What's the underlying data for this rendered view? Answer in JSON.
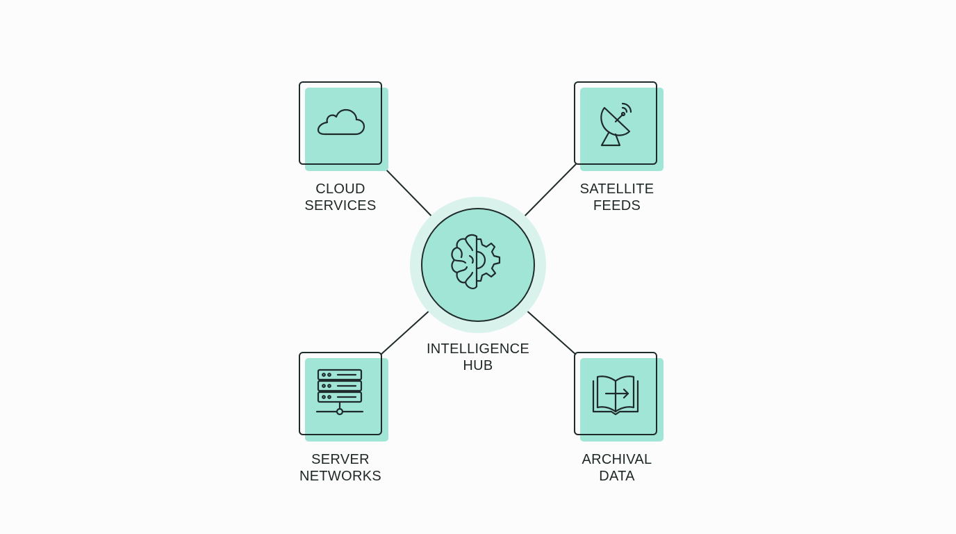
{
  "colors": {
    "accent": "#a1e5d6",
    "halo": "#d9f3ec",
    "stroke": "#1f2a2a",
    "text": "#1e2626",
    "background": "#fcfcfc"
  },
  "hub": {
    "line1": "INTELLIGENCE",
    "line2": "HUB",
    "icon": "brain-gear-icon"
  },
  "nodes": [
    {
      "id": "cloud",
      "line1": "CLOUD",
      "line2": "SERVICES",
      "icon": "cloud-icon"
    },
    {
      "id": "satellite",
      "line1": "SATELLITE",
      "line2": "FEEDS",
      "icon": "satellite-dish-icon"
    },
    {
      "id": "server",
      "line1": "SERVER",
      "line2": "NETWORKS",
      "icon": "server-rack-icon"
    },
    {
      "id": "archive",
      "line1": "ARCHIVAL",
      "line2": "DATA",
      "icon": "open-book-arrow-icon"
    }
  ]
}
